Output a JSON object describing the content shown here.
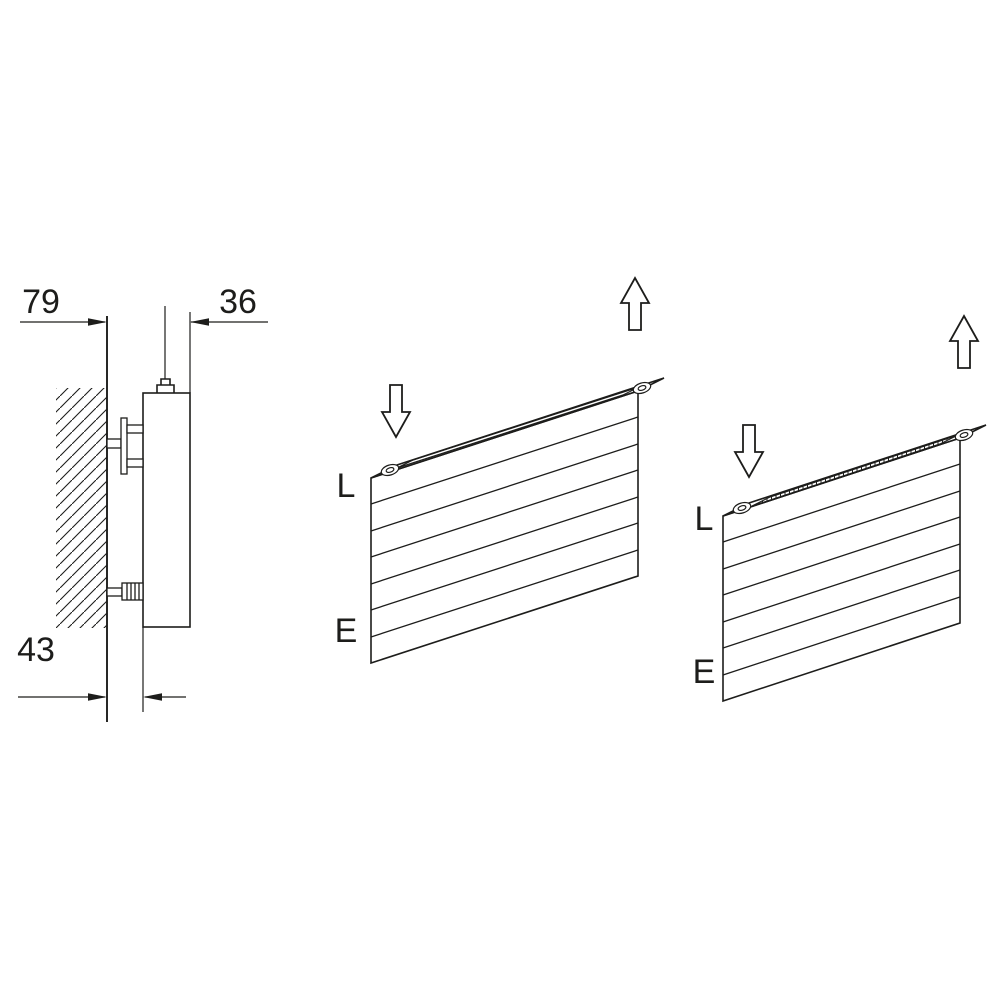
{
  "diagram": {
    "background": "#ffffff",
    "line_color": "#1d1d1b"
  },
  "side_view": {
    "dim_wall_offset": "79",
    "dim_depth": "36",
    "dim_gap": "43"
  },
  "iso_open": {
    "connection_top_label": "L",
    "connection_bottom_label": "E"
  },
  "iso_grille": {
    "connection_top_label": "L",
    "connection_bottom_label": "E"
  }
}
